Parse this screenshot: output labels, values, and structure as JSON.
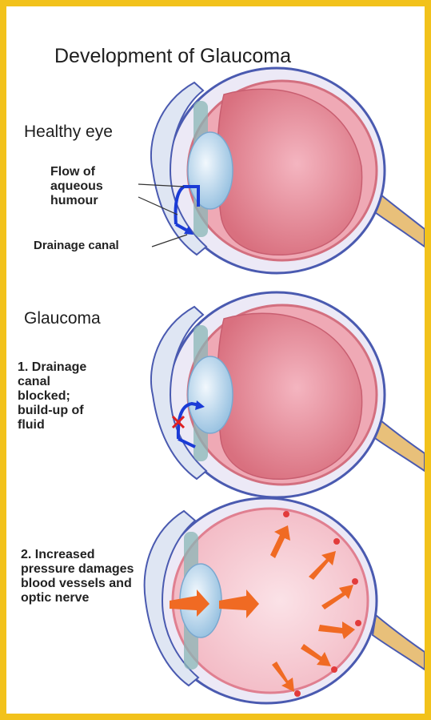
{
  "diagram": {
    "title": "Development of Glaucoma",
    "sections": [
      {
        "heading": "Healthy eye",
        "labels": [
          "Flow of aqueous humour",
          "Drainage canal"
        ]
      },
      {
        "heading": "Glaucoma",
        "labels": [
          "1. Drainage canal blocked; build-up of fluid"
        ]
      },
      {
        "heading": "",
        "labels": [
          "2. Increased pressure damages blood vessels and optic nerve"
        ]
      }
    ]
  },
  "colors": {
    "border": "#f2c21b",
    "sclera": "#4a5ab0",
    "interior": "#e98a98",
    "interior_light": "#f7cfd6",
    "lens": "#bcd9ee",
    "nerve": "#e8c07a",
    "flow_arrow": "#1a3bd6",
    "pressure_arrow": "#f06a23",
    "blockage": "#e02020"
  }
}
